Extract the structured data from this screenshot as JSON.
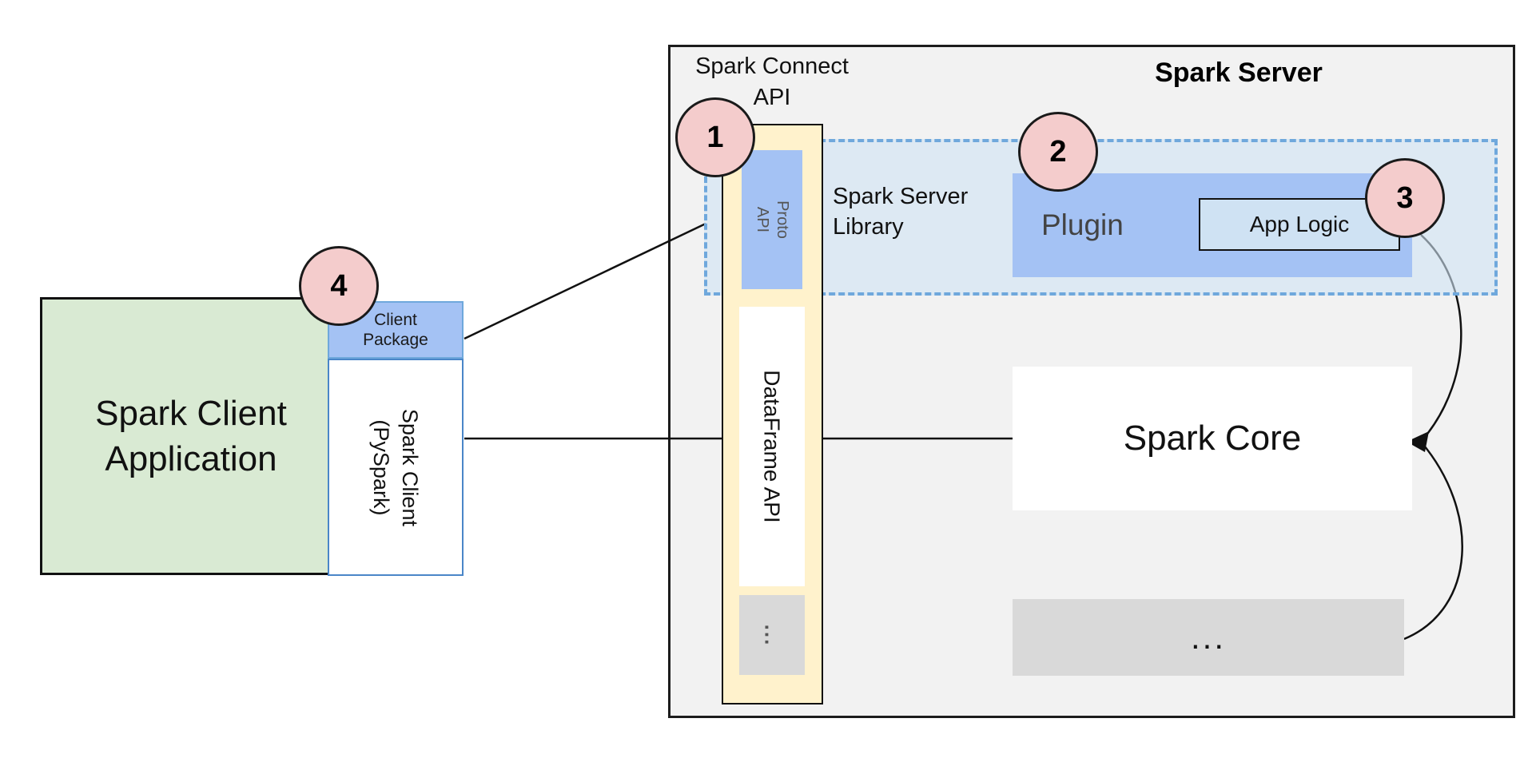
{
  "client": {
    "app_title_line1": "Spark Client",
    "app_title_line2": "Application",
    "package_line1": "Client",
    "package_line2": "Package",
    "pyspark_line1": "Spark Client",
    "pyspark_line2": "(PySpark)"
  },
  "server": {
    "title": "Spark Server",
    "connect_api_line1": "Spark Connect",
    "connect_api_line2": "API",
    "proto_line1": "Proto",
    "proto_line2": "API",
    "dataframe_api": "DataFrame API",
    "column_dots": "...",
    "library_line1": "Spark Server",
    "library_line2": "Library",
    "plugin": "Plugin",
    "app_logic": "App Logic",
    "core": "Spark Core",
    "bottom_dots": "..."
  },
  "badges": {
    "b1": "1",
    "b2": "2",
    "b3": "3",
    "b4": "4"
  },
  "colors": {
    "server_bg": "#f2f2f2",
    "column_bg": "#fff2cc",
    "blue": "#a4c2f4",
    "light_blue": "#cfe2f3",
    "dashed_border": "#6fa8dc",
    "green": "#d9ead3",
    "gray_box": "#d9d9d9",
    "badge_bg": "#f4cccc"
  }
}
